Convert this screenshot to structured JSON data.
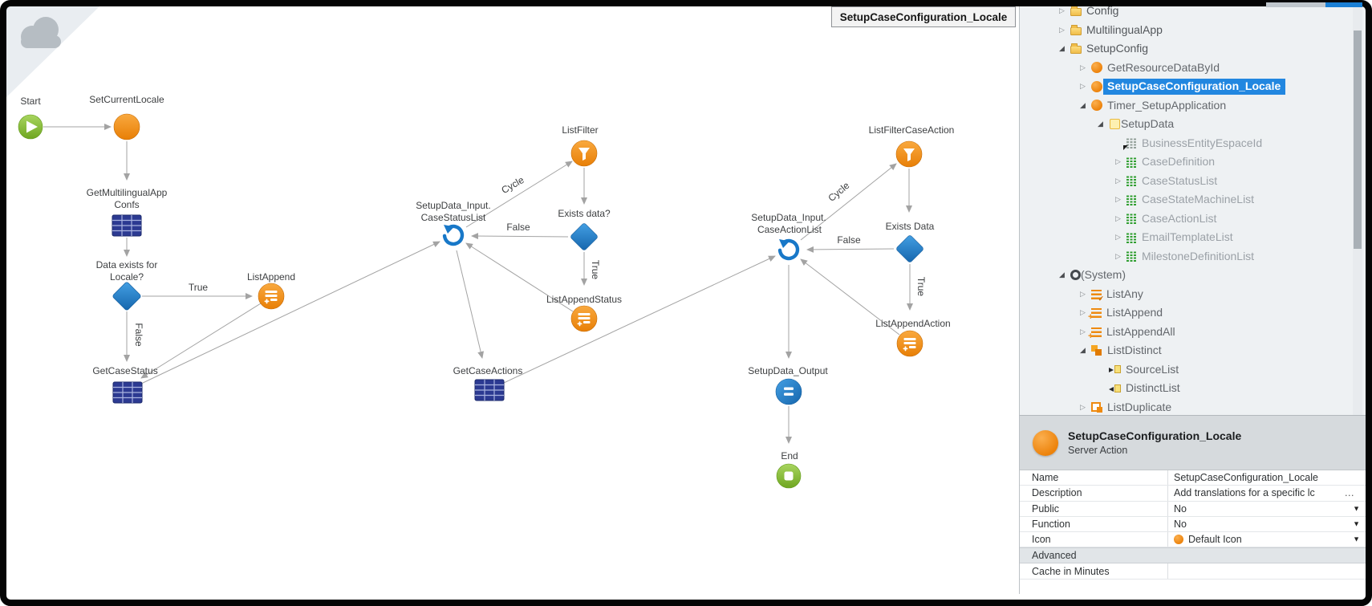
{
  "canvas": {
    "title_box": "SetupCaseConfiguration_Locale",
    "nodes": {
      "start": "Start",
      "set_current_locale": "SetCurrentLocale",
      "get_multilingual_app_confs_1": "GetMultilingualApp",
      "get_multilingual_app_confs_2": "Confs",
      "data_exists_locale_1": "Data exists for",
      "data_exists_locale_2": "Locale?",
      "list_append": "ListAppend",
      "get_case_status": "GetCaseStatus",
      "loop_case_status_1": "SetupData_Input.",
      "loop_case_status_2": "CaseStatusList",
      "list_filter": "ListFilter",
      "exists_data_q": "Exists data?",
      "list_append_status": "ListAppendStatus",
      "get_case_actions": "GetCaseActions",
      "loop_case_action_1": "SetupData_Input.",
      "loop_case_action_2": "CaseActionList",
      "list_filter_case_action": "ListFilterCaseAction",
      "exists_data": "Exists Data",
      "list_append_action": "ListAppendAction",
      "setup_data_output": "SetupData_Output",
      "end": "End"
    },
    "edge_labels": {
      "true_1": "True",
      "false_1": "False",
      "cycle_1": "Cycle",
      "false_2": "False",
      "true_2": "True",
      "false_3": "False",
      "true_3": "True",
      "cycle_2": "Cycle"
    }
  },
  "sidebar": {
    "items": [
      {
        "label": "Config",
        "icon": "folder-icon",
        "expand": "closed"
      },
      {
        "label": "MultilingualApp",
        "icon": "folder-icon",
        "expand": "closed"
      },
      {
        "label": "SetupConfig",
        "icon": "folder-open-icon",
        "expand": "open"
      },
      {
        "label": "GetResourceDataById",
        "icon": "server-action-icon",
        "expand": "closed"
      },
      {
        "label": "SetupCaseConfiguration_Locale",
        "icon": "server-action-icon",
        "expand": "closed",
        "selected": true
      },
      {
        "label": "Timer_SetupApplication",
        "icon": "server-action-icon",
        "expand": "open"
      },
      {
        "label": "SetupData",
        "icon": "structure-icon",
        "expand": "open"
      },
      {
        "label": "BusinessEntityEspaceId",
        "icon": "entity-attribute-icon",
        "expand": "none"
      },
      {
        "label": "CaseDefinition",
        "icon": "record-list-icon",
        "expand": "closed"
      },
      {
        "label": "CaseStatusList",
        "icon": "record-list-icon",
        "expand": "closed"
      },
      {
        "label": "CaseStateMachineList",
        "icon": "record-list-icon",
        "expand": "closed"
      },
      {
        "label": "CaseActionList",
        "icon": "record-list-icon",
        "expand": "closed"
      },
      {
        "label": "EmailTemplateList",
        "icon": "record-list-icon",
        "expand": "closed"
      },
      {
        "label": "MilestoneDefinitionList",
        "icon": "record-list-icon",
        "expand": "closed"
      },
      {
        "label": "(System)",
        "icon": "system-espace-icon",
        "expand": "open"
      },
      {
        "label": "ListAny",
        "icon": "list-any-icon",
        "expand": "closed"
      },
      {
        "label": "ListAppend",
        "icon": "list-append-icon",
        "expand": "closed"
      },
      {
        "label": "ListAppendAll",
        "icon": "list-append-all-icon",
        "expand": "closed"
      },
      {
        "label": "ListDistinct",
        "icon": "list-distinct-icon",
        "expand": "open"
      },
      {
        "label": "SourceList",
        "icon": "input-parameter-icon",
        "expand": "none"
      },
      {
        "label": "DistinctList",
        "icon": "output-parameter-icon",
        "expand": "none"
      },
      {
        "label": "ListDuplicate",
        "icon": "list-duplicate-icon",
        "expand": "closed"
      }
    ]
  },
  "properties": {
    "header": {
      "title": "SetupCaseConfiguration_Locale",
      "subtitle": "Server Action",
      "icon": "server-action-icon"
    },
    "rows": [
      {
        "label": "Name",
        "value": "SetupCaseConfiguration_Locale"
      },
      {
        "label": "Description",
        "value": "Add translations for a specific lc",
        "ellipsis": "…"
      },
      {
        "label": "Public",
        "value": "No"
      },
      {
        "label": "Function",
        "value": "No"
      },
      {
        "label": "Icon",
        "value": "Default Icon",
        "icon": "default-icon"
      }
    ],
    "advanced_label": "Advanced",
    "cache_label": "Cache in Minutes"
  },
  "colors": {
    "accent_orange": "#ec820b",
    "accent_blue": "#1878c8",
    "accent_green": "#7ab831",
    "entity_navy": "#2c3a92",
    "selection_blue": "#2287e0"
  }
}
